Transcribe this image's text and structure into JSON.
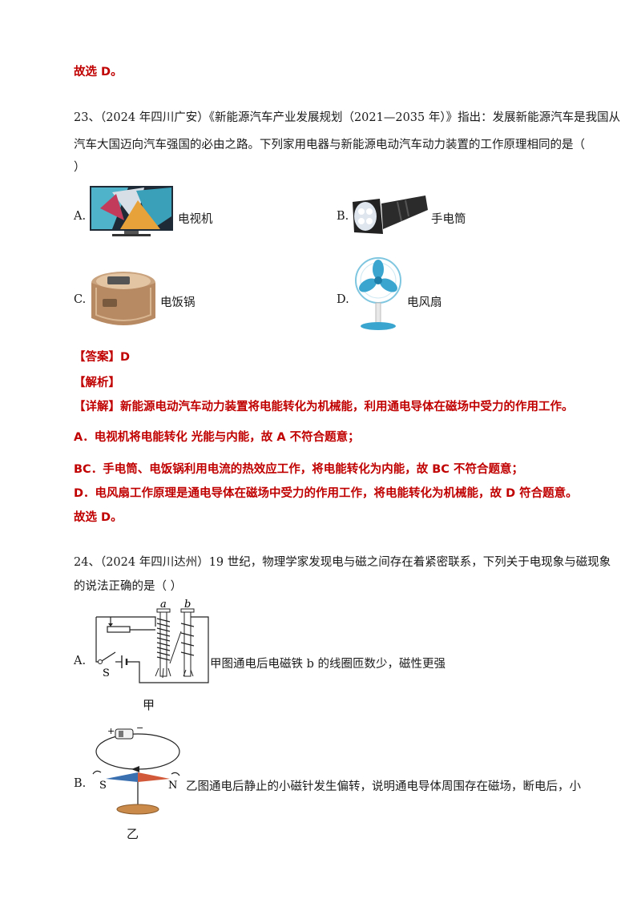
{
  "prev_conclusion": "故选 D。",
  "q23": {
    "line1": "23、（2024 年四川广安）《新能源汽车产业发展规划（2021—2035 年）》指出：发展新能源汽车是我国从",
    "line2": "汽车大国迈向汽车强国的必由之路。下列家用电器与新能源电动汽车动力装置的工作原理相同的是（",
    "line3": "）",
    "options": [
      {
        "letter": "A.",
        "label": "电视机"
      },
      {
        "letter": "B.",
        "label": "手电筒"
      },
      {
        "letter": "C.",
        "label": "电饭锅"
      },
      {
        "letter": "D.",
        "label": "电风扇"
      }
    ],
    "answer": "【答案】D",
    "analysis_title": "【解析】",
    "detail": "【详解】新能源电动汽车动力装置将电能转化为机械能，利用通电导体在磁场中受力的作用工作。",
    "exp_a": "A．电视机将电能转化   光能与内能，故 A 不符合题意；",
    "exp_bc": "BC．手电筒、电饭锅利用电流的热效应工作，将电能转化为内能，故 BC 不符合题意；",
    "exp_d": "D．电风扇工作原理是通电导体在磁场中受力的作用工作，将电能转化为机械能，故 D 符合题意。",
    "conclusion": "故选 D。"
  },
  "q24": {
    "line1": "24、（2024 年四川达州）19 世纪，物理学家发现电与磁之间存在着紧密联系，下列关于电现象与磁现象",
    "line2": "的说法正确的是（      ）",
    "optA": {
      "letter": "A.",
      "text": "甲图通电后电磁铁 b 的线圈匝数少，磁性更强"
    },
    "figA": {
      "caption": "甲",
      "label_a": "a",
      "label_b": "b",
      "switch": "S"
    },
    "optB": {
      "letter": "B.",
      "text": "乙图通电后静止的小磁针发生偏转，说明通电导体周围存在磁场，断电后，小"
    },
    "figB": {
      "caption": "乙",
      "plus": "+",
      "minus": "−",
      "pole_s": "S",
      "pole_n": "N"
    }
  },
  "colors": {
    "answer_red": "#c00000",
    "text": "#1a1a1a"
  }
}
